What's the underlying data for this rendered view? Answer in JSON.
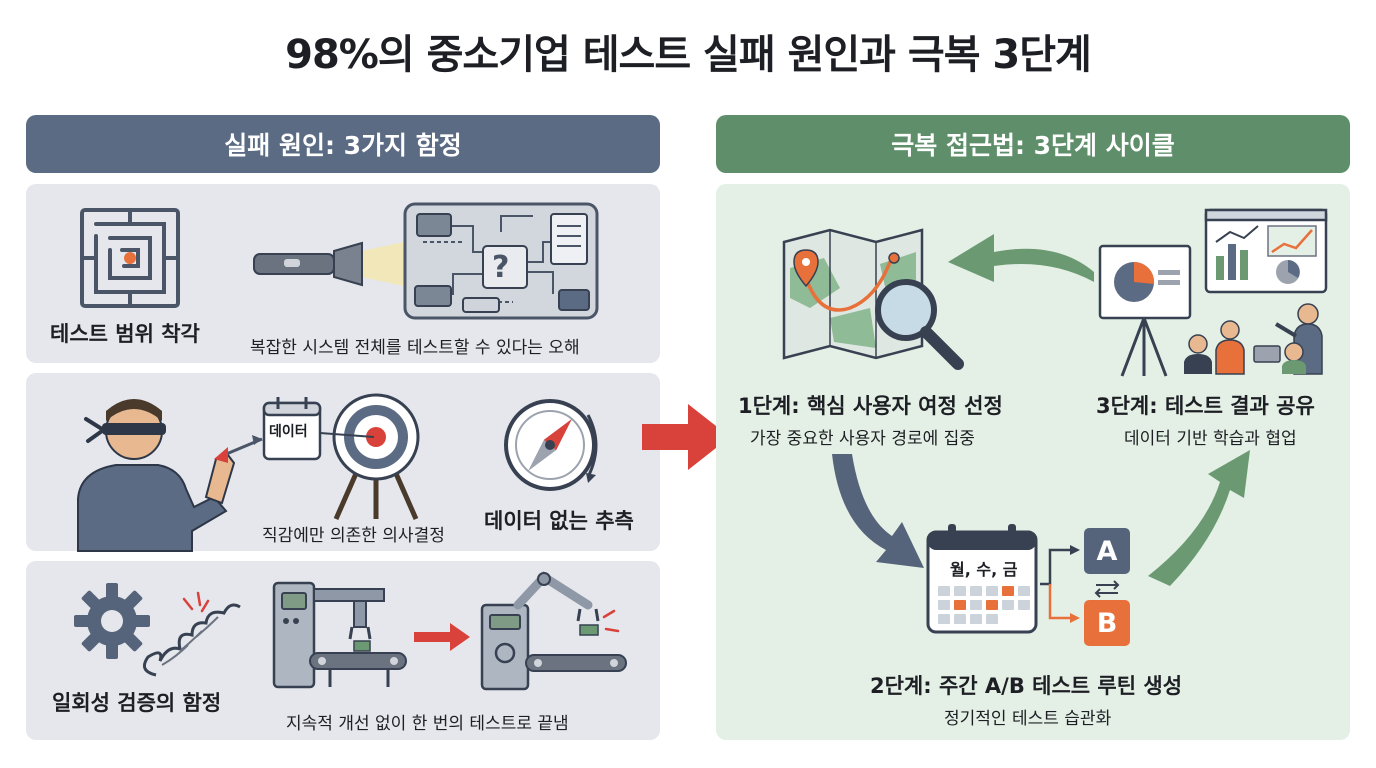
{
  "title": "98%의 중소기업 테스트 실패 원인과 극복 3단계",
  "left": {
    "header": "실패 원인: 3가지 함정",
    "trap1": {
      "title": "테스트 범위 착각",
      "desc": "복잡한 시스템 전체를 테스트할 수 있다는 오해",
      "question_mark": "?"
    },
    "trap2": {
      "title": "데이터 없는 추측",
      "desc": "직감에만 의존한 의사결정",
      "calendar_text": "데이터"
    },
    "trap3": {
      "title": "일회성 검증의 함정",
      "desc": "지속적 개선 없이 한 번의 테스트로 끝냄"
    }
  },
  "right": {
    "header": "극복 접근법: 3단계 사이클",
    "step1": {
      "title": "1단계: 핵심 사용자 여정 선정",
      "desc": "가장 중요한 사용자 경로에 집중"
    },
    "step2": {
      "title": "2단계: 주간 A/B 테스트 루틴 생성",
      "desc": "정기적인 테스트 습관화",
      "calendar_days": "월, 수, 금",
      "variant_a": "A",
      "variant_b": "B"
    },
    "step3": {
      "title": "3단계: 테스트 결과 공유",
      "desc": "데이터 기반 학습과 협업"
    }
  },
  "colors": {
    "left_header": "#5b6b84",
    "right_header": "#5e8f6a",
    "left_panel": "#e5e7ec",
    "right_panel": "#e4f0e6",
    "transition_arrow": "#d8423a",
    "cycle_arrow_green": "#6b9a72",
    "cycle_arrow_slate": "#55647a",
    "accent_orange": "#e8703a"
  }
}
